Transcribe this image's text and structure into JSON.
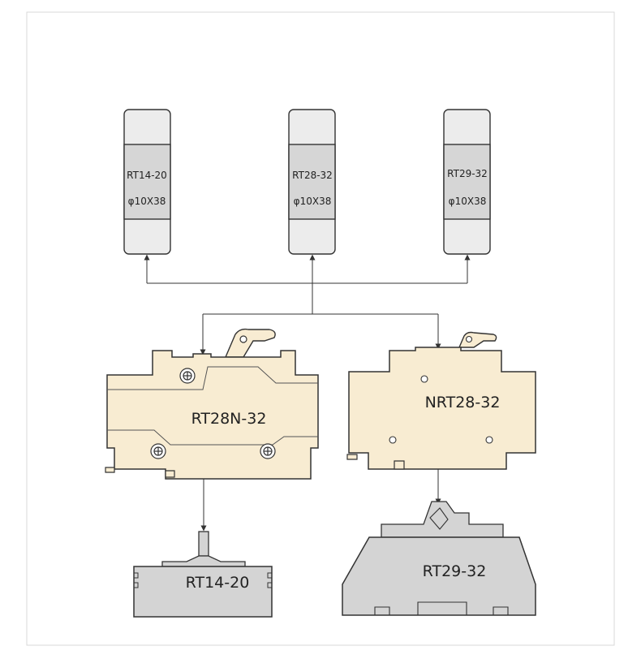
{
  "colors": {
    "body_beige": "#f8ecd2",
    "fuse_gray": "#d6d6d6",
    "fuse_cap": "#ececec",
    "outline": "#333333",
    "base_gray": "#d4d4d4"
  },
  "fuses": [
    {
      "model": "RT14-20",
      "size": "φ10X38"
    },
    {
      "model": "RT28-32",
      "size": "φ10X38"
    },
    {
      "model": "RT29-32",
      "size": "φ10X38"
    }
  ],
  "holders": [
    {
      "label": "RT28N-32"
    },
    {
      "label": "NRT28-32"
    }
  ],
  "bases": [
    {
      "label": "RT14-20"
    },
    {
      "label": "RT29-32"
    }
  ]
}
